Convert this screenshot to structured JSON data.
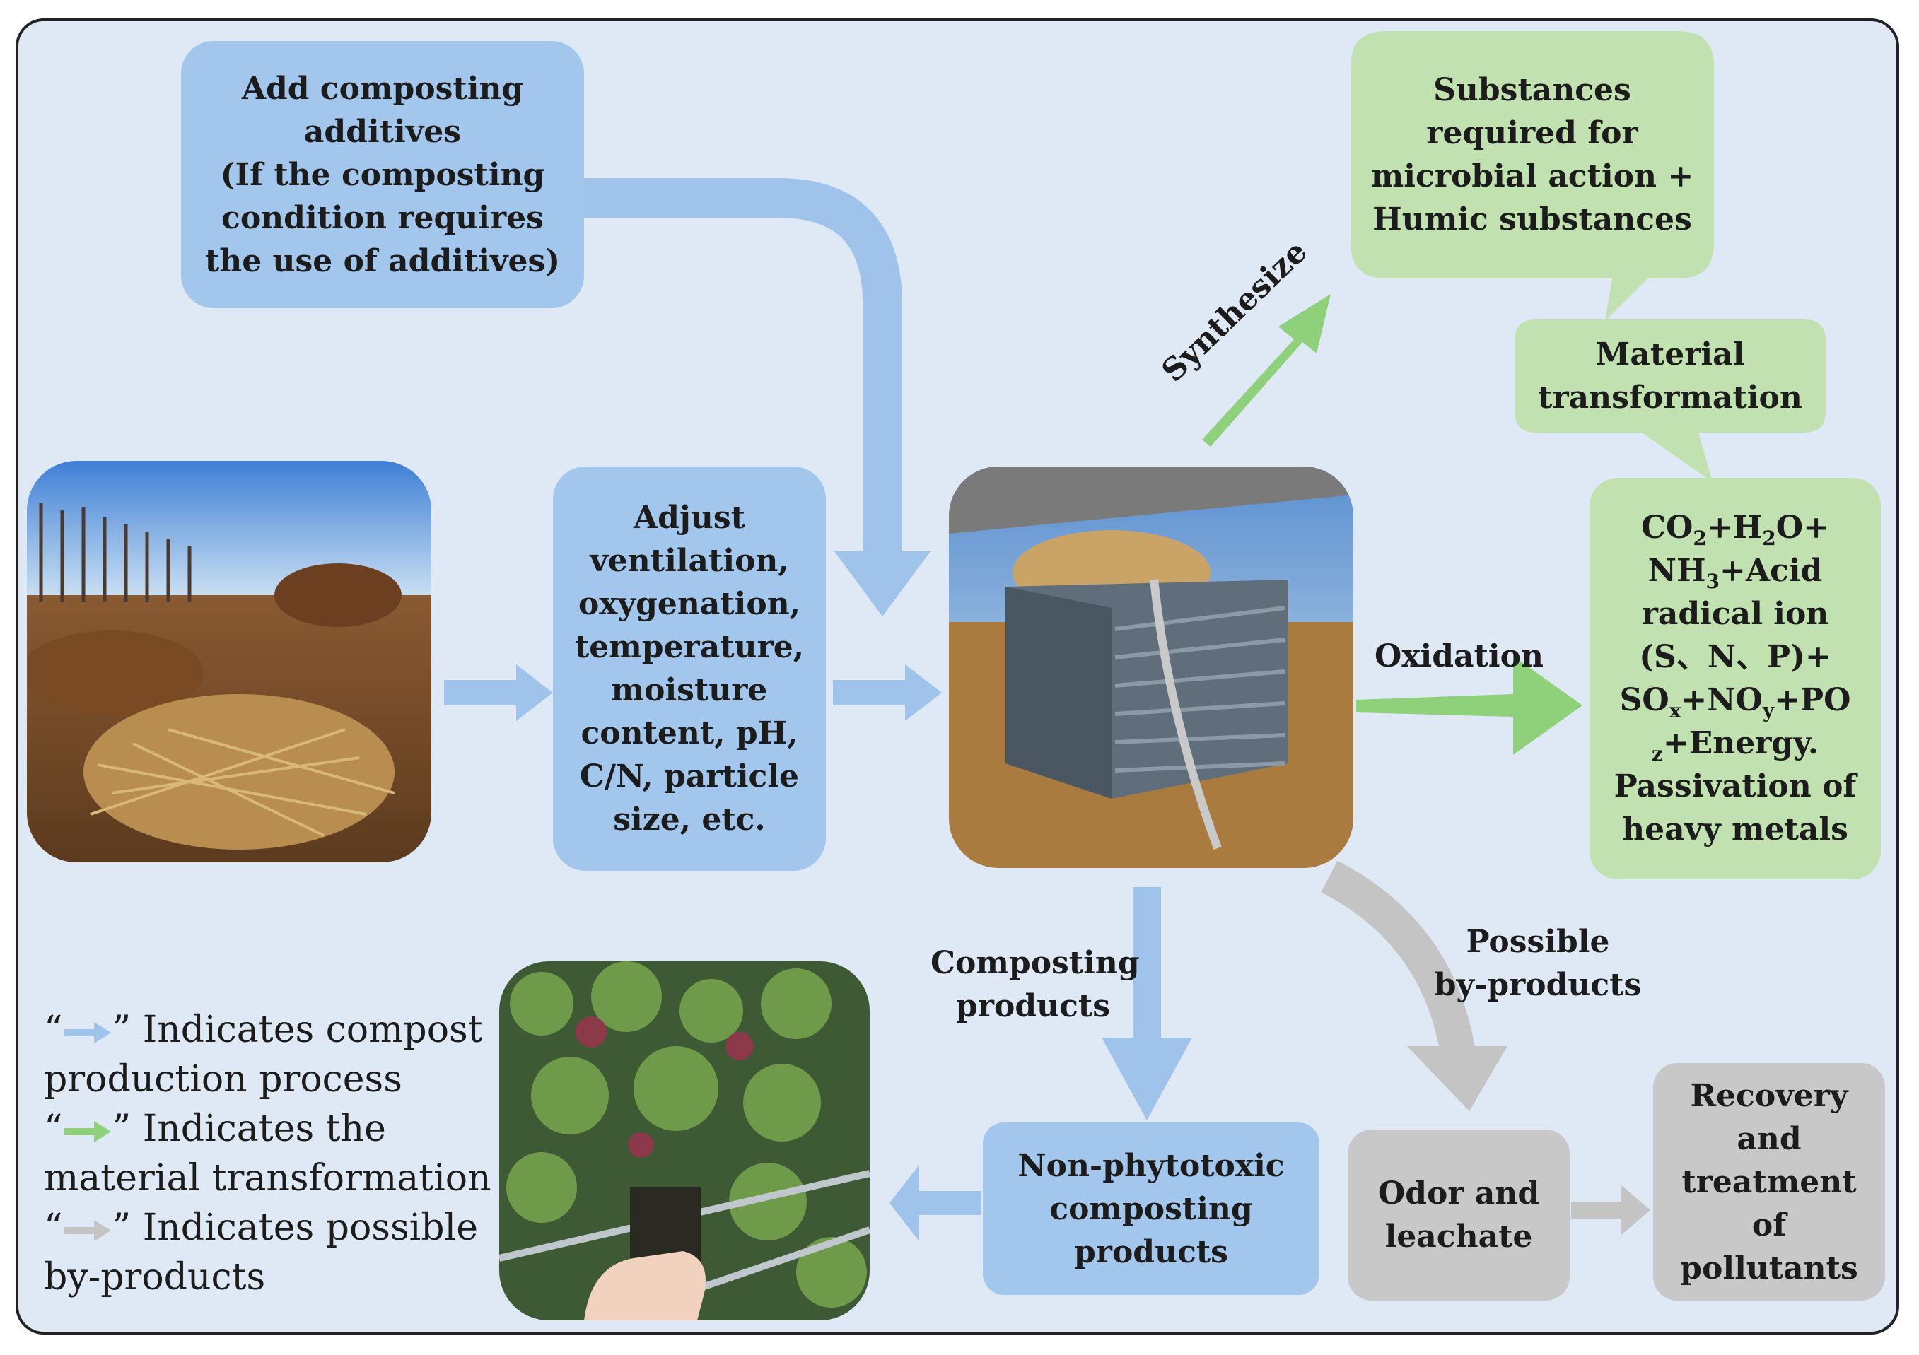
{
  "colors": {
    "blue_arrow": "#9fc3ea",
    "green_arrow": "#8fd07a",
    "gray_arrow": "#c4c4c4",
    "blue_box": "#a3c6ec",
    "green_box": "#c2e1b1",
    "gray_box": "#c8c8c8",
    "background": "#dfe9f5"
  },
  "boxes": {
    "additives": [
      "Add composting",
      "additives",
      "(If the composting",
      "condition requires",
      "the use of additives)"
    ],
    "adjust": [
      "Adjust",
      "ventilation,",
      "oxygenation,",
      "temperature,",
      "moisture",
      "content, pH,",
      "C/N, particle",
      "size, etc."
    ],
    "substances": [
      "Substances",
      "required for",
      "microbial action +",
      "Humic substances"
    ],
    "material": [
      "Material",
      "transformation"
    ],
    "oxidation_products": {
      "l1": {
        "a": "CO",
        "s1": "2",
        "b": "+H",
        "s2": "2",
        "c": "O+"
      },
      "l2": {
        "a": "NH",
        "s1": "3",
        "b": "+Acid"
      },
      "l3": "radical ion",
      "l4": "(S、N、P)+",
      "l5": {
        "a": "SO",
        "s1": "x",
        "b": "+NO",
        "s2": "y",
        "c": "+PO"
      },
      "l6": {
        "s1": "z",
        "b": "+Energy."
      },
      "l7": "Passivation of",
      "l8": "heavy metals"
    },
    "non_phytotoxic": [
      "Non-phytotoxic",
      "composting",
      "products"
    ],
    "odor": [
      "Odor and",
      "leachate"
    ],
    "recovery": [
      "Recovery",
      "and",
      "treatment",
      "of",
      "pollutants"
    ]
  },
  "labels": {
    "synthesize": "Synthesize",
    "oxidation": "Oxidation",
    "composting_products": [
      "Composting",
      "products"
    ],
    "possible_byproducts": [
      "Possible",
      "by-products"
    ]
  },
  "legend": {
    "q_open": "“",
    "q_close": "”",
    "blue_text": " Indicates compost",
    "blue_text2": "production process",
    "green_text": " Indicates the",
    "green_text2": "material transformation",
    "gray_text": " Indicates possible",
    "gray_text2": "by-products"
  },
  "images": {
    "straw_field": "straw-field-photo",
    "compost_bin": "compost-bin-photo",
    "seedlings": "seedling-tray-photo"
  }
}
